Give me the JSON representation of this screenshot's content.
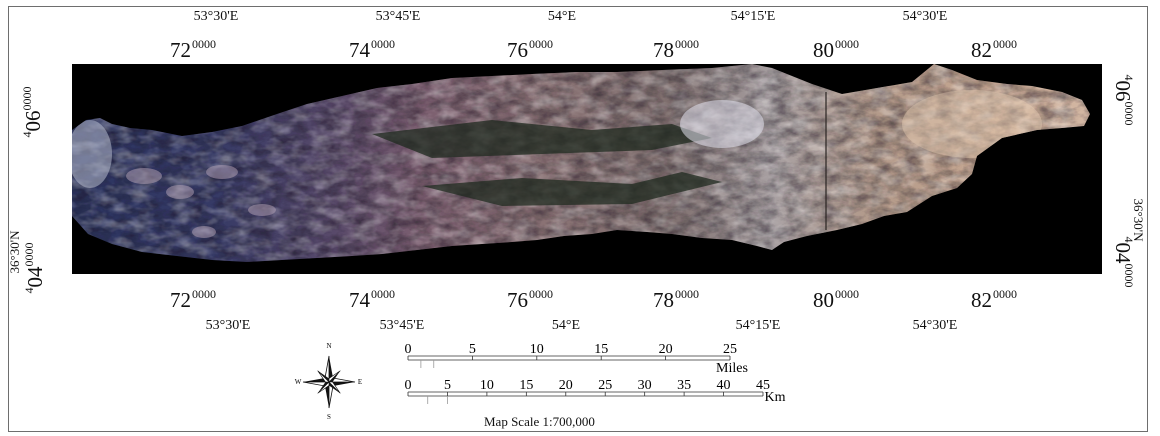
{
  "lon_ticks_dms": [
    "53°30'E",
    "53°45'E",
    "54°E",
    "54°15'E",
    "54°30'E"
  ],
  "lon_ticks_utm_prefix": [
    "72",
    "74",
    "76",
    "78",
    "80",
    "82"
  ],
  "lon_ticks_utm_sup": [
    "0000",
    "0000",
    "0000",
    "0000",
    "0000",
    "0000"
  ],
  "lat_utm_prefix": [
    "4",
    "4"
  ],
  "lat_utm_main": [
    "06",
    "04"
  ],
  "lat_utm_sup": "0000",
  "lat_dms": "36°30'N",
  "scale": {
    "miles_ticks": [
      "0",
      "5",
      "10",
      "15",
      "20",
      "25"
    ],
    "miles_unit": "Miles",
    "km_ticks": [
      "0",
      "5",
      "10",
      "15",
      "20",
      "25",
      "30",
      "35",
      "40",
      "45"
    ],
    "km_unit": "Km",
    "map_scale": "Map Scale 1:700,000"
  },
  "compass": {
    "n": "N",
    "s": "S",
    "e": "E",
    "w": "W"
  },
  "colors": {
    "background": "#000000",
    "frame": "#6e6e6e",
    "text": "#111111"
  }
}
